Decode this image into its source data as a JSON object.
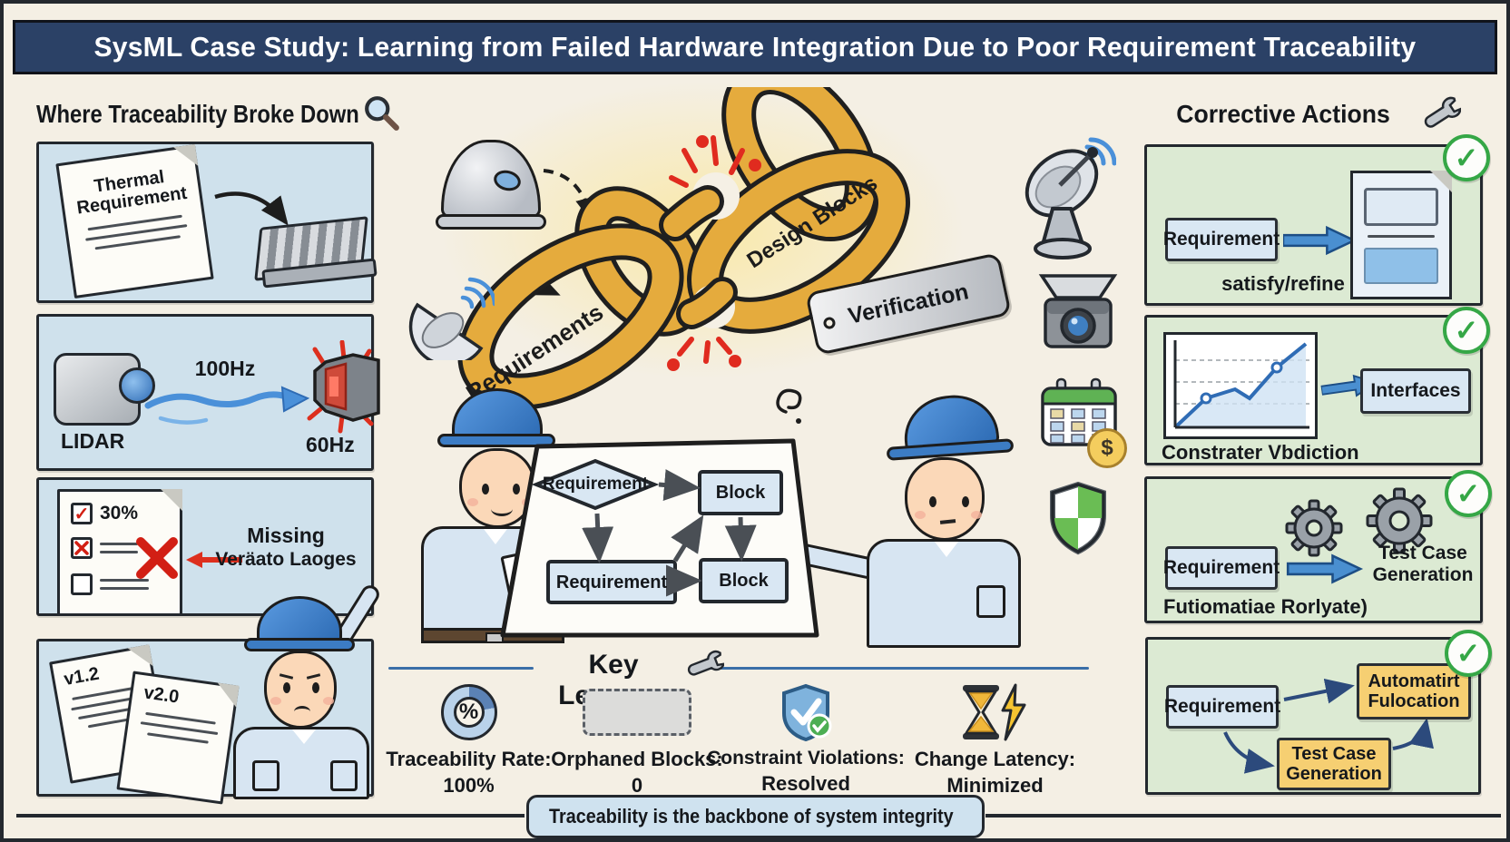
{
  "title": "SysML Case Study: Learning from Failed Hardware Integration Due to Poor Requirement Traceability",
  "left": {
    "heading": "Where Traceability Broke Down",
    "thermal": {
      "doc_title": "Thermal Requirement"
    },
    "lidar": {
      "rate_high": "100Hz",
      "rate_low": "60Hz",
      "device": "LIDAR"
    },
    "checklist": {
      "percent": "30%",
      "note_line1": "Missing",
      "note_line2": "Veräato Laoges"
    },
    "versions": {
      "doc_v1": "v1.2",
      "doc_v2": "v2.0"
    }
  },
  "center": {
    "chain_left": "Requirements",
    "chain_right": "Design Blocks",
    "tag": "Verification",
    "board": {
      "diamond": "Requirement",
      "block_top": "Block",
      "requirement_bottom": "Requirement",
      "block_bottom": "Block"
    }
  },
  "right": {
    "heading": "Corrective Actions",
    "panel_satisfy": {
      "source": "Requirement",
      "caption": "satisfy/refine"
    },
    "panel_constraint": {
      "target": "Interfaces",
      "caption": "Constrater Vbdiction"
    },
    "panel_testgen": {
      "source": "Requirement",
      "target": "Test Case Generation",
      "caption": "Futiomatiae Rorlyate)"
    },
    "panel_allocation": {
      "source": "Requirement",
      "target_top": "Automatirt Fulocation",
      "target_bottom": "Test Case Generation"
    }
  },
  "key_lessons": {
    "heading": "Key Lessons",
    "items": [
      {
        "label": "Traceability Rate:",
        "value": "100%"
      },
      {
        "label": "Orphaned Blocks:",
        "value": "0"
      },
      {
        "label": "Constraint Violations:",
        "value": "Resolved"
      },
      {
        "label": "Change Latency:",
        "value": "Minimized"
      }
    ]
  },
  "banner": {
    "text": "Traceability is the backbone of system integrity"
  },
  "icons": {
    "check": "✓",
    "percent": "%",
    "dollar": "$"
  },
  "colors": {
    "navy": "#2b4166",
    "panel_blue": "#cfe1ec",
    "panel_green": "#dcead3",
    "gold": "#e5ab3d",
    "arrow_blue": "#4a8fd0",
    "alert_red": "#dd2f1e",
    "check_green": "#35a746",
    "box_blue": "#d9e7f3",
    "box_yellow": "#f6cf72"
  }
}
